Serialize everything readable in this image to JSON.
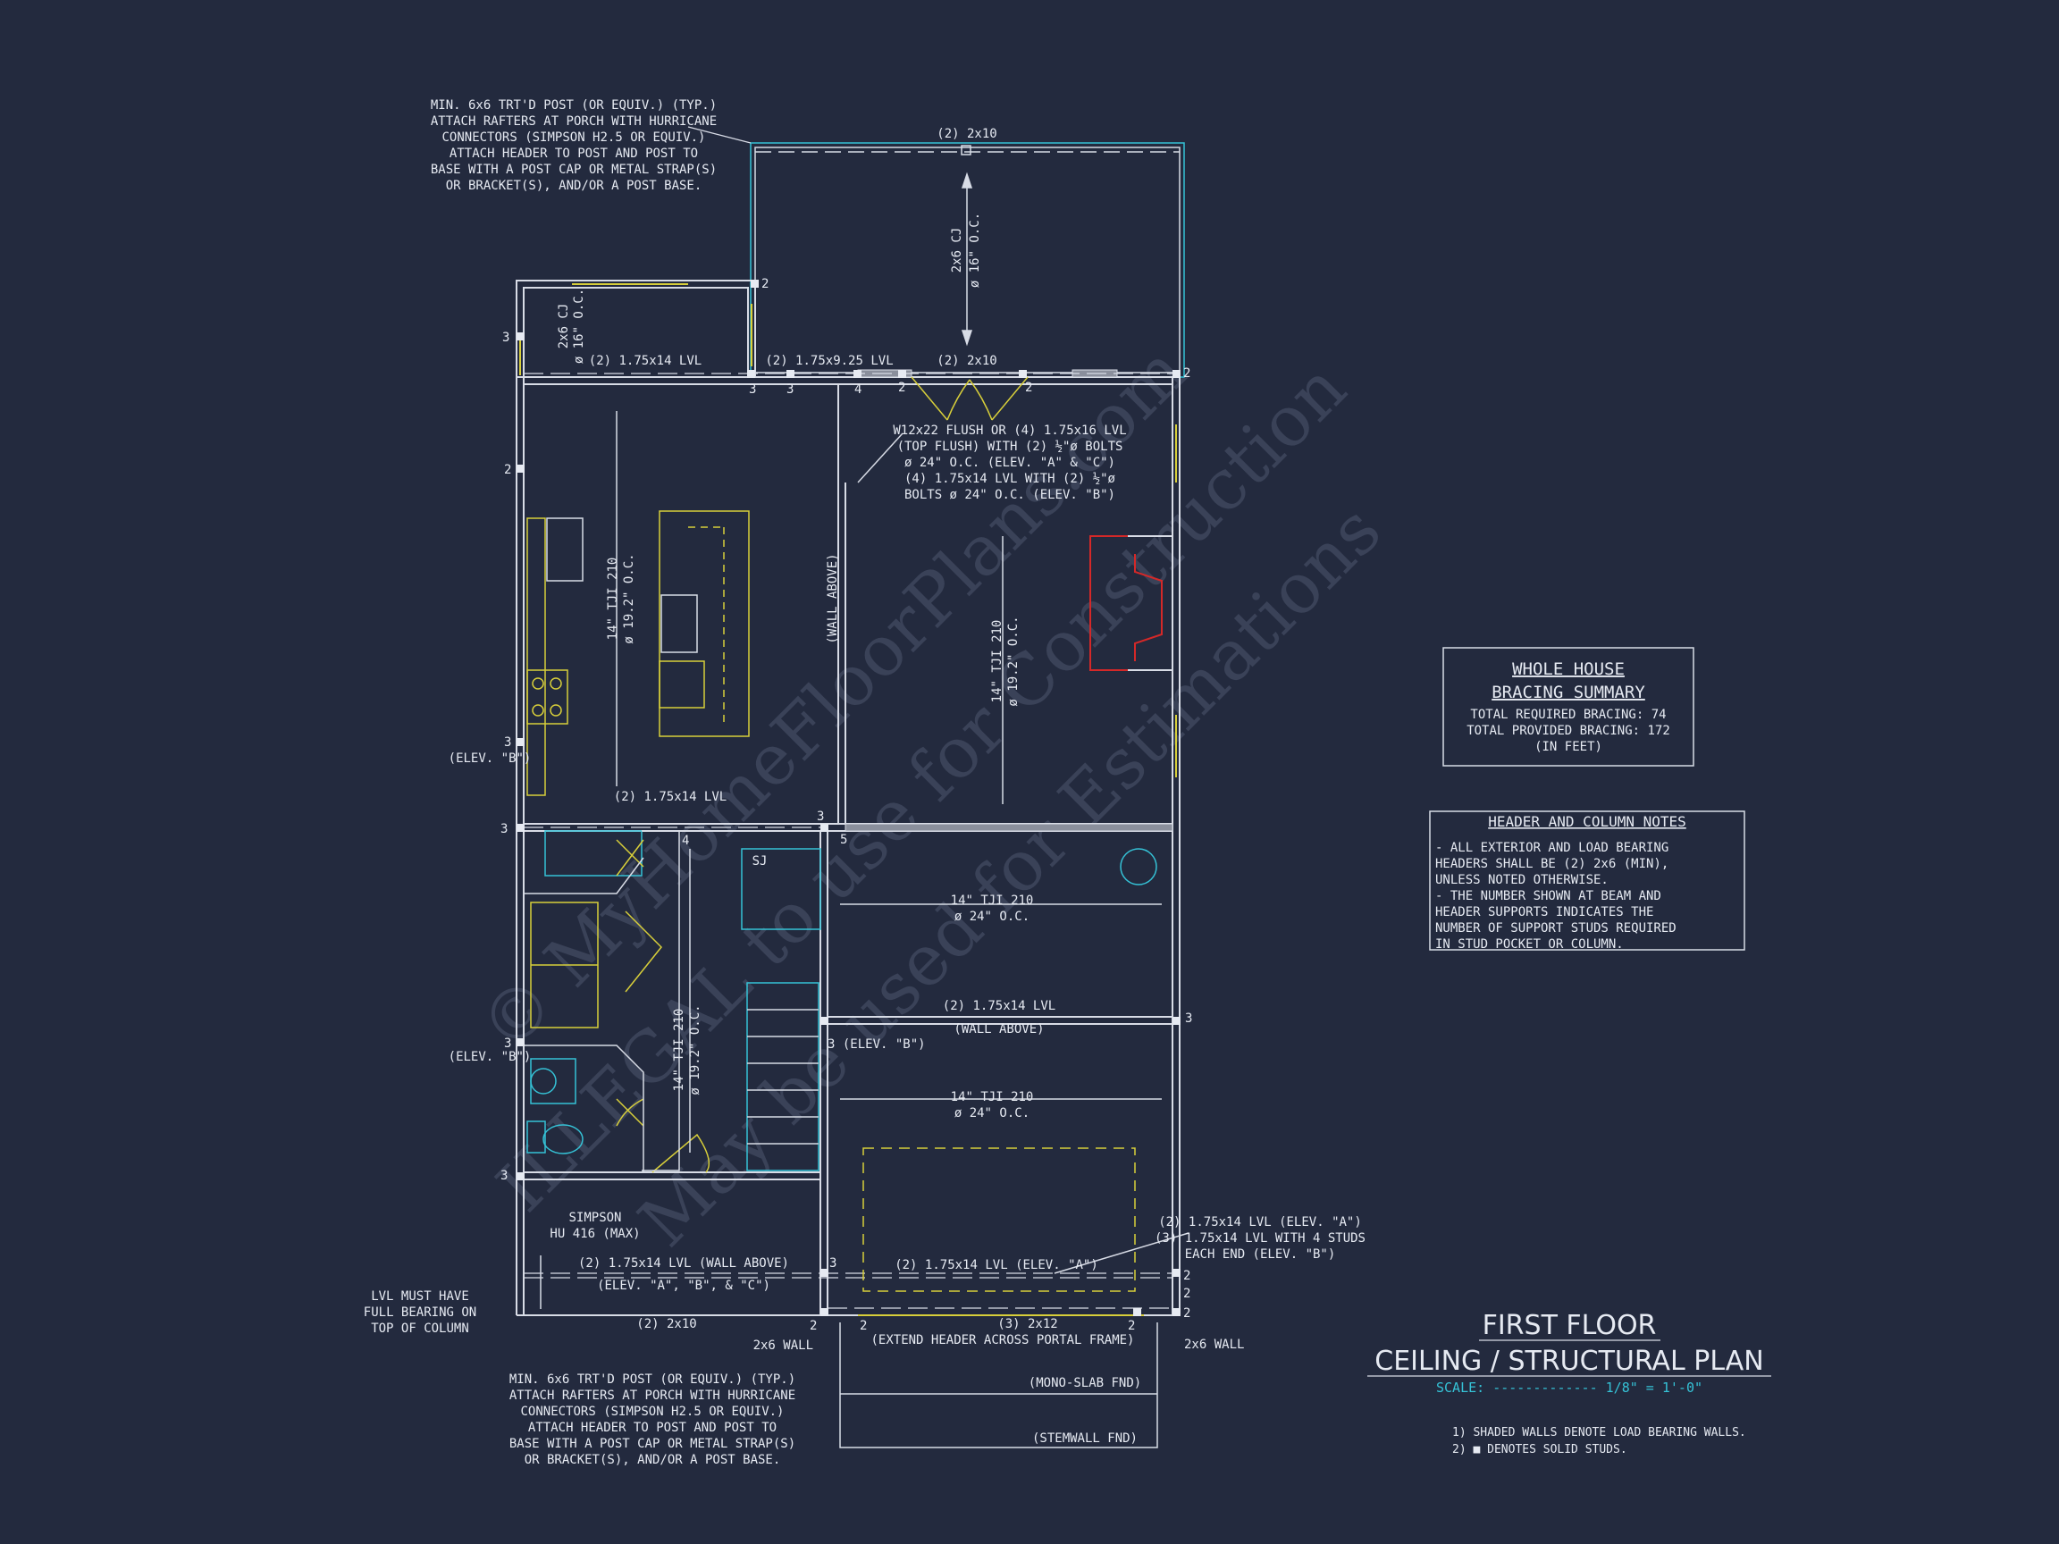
{
  "watermark": {
    "line1": "© MyHomeFloorPlans.com",
    "line2": "ILLEGAL to use for Construction",
    "line3": "May be used for Estimations"
  },
  "notes_top": [
    "MIN. 6x6 TRT'D POST (OR EQUIV.) (TYP.)",
    "ATTACH RAFTERS AT PORCH WITH HURRICANE",
    "CONNECTORS (SIMPSON H2.5 OR EQUIV.)",
    "ATTACH HEADER TO POST AND POST TO",
    "BASE WITH A POST CAP OR METAL STRAP(S)",
    "OR BRACKET(S), AND/OR A POST BASE."
  ],
  "notes_bottom": [
    "MIN. 6x6 TRT'D POST (OR EQUIV.) (TYP.)",
    "ATTACH RAFTERS AT PORCH WITH HURRICANE",
    "CONNECTORS (SIMPSON H2.5 OR EQUIV.)",
    "ATTACH HEADER TO POST AND POST TO",
    "BASE WITH A POST CAP OR METAL STRAP(S)",
    "OR BRACKET(S), AND/OR A POST BASE."
  ],
  "beam_note": [
    "W12x22 FLUSH OR (4) 1.75x16 LVL",
    "(TOP FLUSH) WITH (2) ½\"ø BOLTS",
    "ø 24\" O.C. (ELEV. \"A\" & \"C\")",
    "(4) 1.75x14 LVL WITH (2) ½\"ø",
    "BOLTS ø 24\" O.C. (ELEV. \"B\")"
  ],
  "labels": {
    "porch_beam": "(2) 2x10",
    "porch_joists": "2x6 CJ",
    "porch_spacing": "ø 16\" O.C.",
    "nook_joists": "2x6 CJ",
    "nook_spacing": "ø 16\" O.C.",
    "lvl_a": "(2) 1.75x14 LVL",
    "lvl_b": "(2) 1.75x9.25 LVL",
    "header_2x10": "(2) 2x10",
    "kitchen_joist": "14\" TJI 210",
    "kitchen_spacing": "ø 19.2\" O.C.",
    "wall_above_v": "(WALL ABOVE)",
    "living_joist": "14\" TJI 210",
    "living_spacing": "ø 19.2\" O.C.",
    "mid_lvl": "(2) 1.75x14 LVL",
    "garage_joist1": "14\" TJI 210",
    "garage_spacing1": "ø 24\" O.C.",
    "garage_lvl": "(2) 1.75x14 LVL",
    "wall_above": "(WALL ABOVE)",
    "elev_b_mid": "3 (ELEV. \"B\")",
    "bath_joist": "14\" TJI 210",
    "bath_spacing": "ø 19.2\" O.C.",
    "garage_joist2": "14\" TJI 210",
    "garage_spacing2": "ø 24\" O.C.",
    "simpson1": "SIMPSON",
    "simpson2": "HU 416 (MAX)",
    "lvl_wall_above": "(2) 1.75x14 LVL (WALL ABOVE)",
    "elev_abc": "(ELEV. \"A\", \"B\", & \"C\")",
    "lvl_elev_a": "(2) 1.75x14 LVL (ELEV. \"A\")",
    "right_note1": "(2) 1.75x14 LVL (ELEV. \"A\")",
    "right_note2": "(3) 1.75x14 LVL WITH 4 STUDS",
    "right_note3": "EACH END (ELEV. \"B\")",
    "lvl_bearing1": "LVL MUST HAVE",
    "lvl_bearing2": "FULL BEARING ON",
    "lvl_bearing3": "TOP OF COLUMN",
    "porch_2x10": "(2) 2x10",
    "wall_2x6_left": "2x6 WALL",
    "header_3x12": "(3) 2x12",
    "extend_header": "(EXTEND HEADER ACROSS PORTAL FRAME)",
    "wall_2x6_right": "2x6 WALL",
    "mono_slab": "(MONO-SLAB FND)",
    "stemwall": "(STEMWALL FND)",
    "elev_b_left1": "(ELEV. \"B\")",
    "elev_b_left2": "(ELEV. \"B\")",
    "sj": "SJ"
  },
  "bracing": {
    "title1": "WHOLE HOUSE",
    "title2": "BRACING SUMMARY",
    "required": "TOTAL REQUIRED BRACING: 74",
    "provided": "TOTAL PROVIDED BRACING: 172",
    "unit": "(IN FEET)"
  },
  "header_notes": {
    "title": "HEADER AND COLUMN NOTES",
    "lines": [
      "- ALL EXTERIOR AND LOAD BEARING",
      "HEADERS SHALL BE (2) 2x6 (MIN),",
      "UNLESS NOTED OTHERWISE.",
      "- THE NUMBER SHOWN AT BEAM AND",
      "HEADER SUPPORTS INDICATES THE",
      "NUMBER OF SUPPORT STUDS REQUIRED",
      "IN STUD POCKET OR COLUMN."
    ]
  },
  "title_block": {
    "line1": "FIRST FLOOR",
    "line2": "CEILING / STRUCTURAL PLAN",
    "scale": "SCALE: ------------- 1/8\" = 1'-0\""
  },
  "legend": {
    "line1": "1) SHADED WALLS DENOTE LOAD BEARING WALLS.",
    "line2": "2) ■ DENOTES SOLID STUDS."
  },
  "colors": {
    "background": "#232a3e",
    "line": "#d8dce6",
    "yellow": "#d8cf3a",
    "cyan": "#35c2d6",
    "red": "#d42828"
  }
}
